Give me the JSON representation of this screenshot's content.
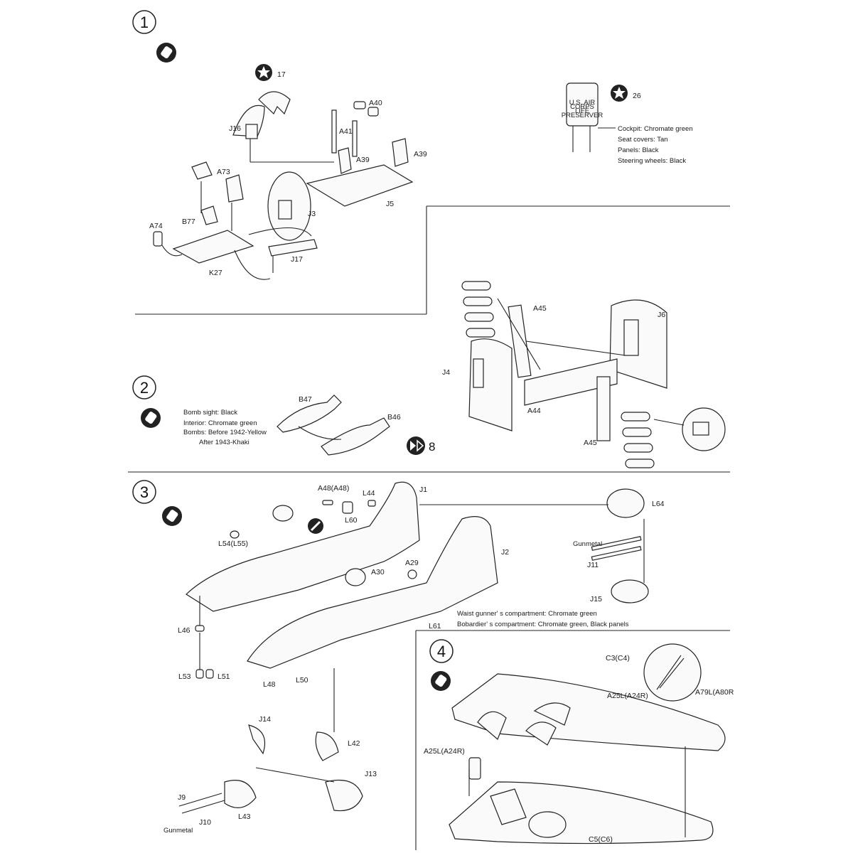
{
  "steps": [
    {
      "number": "1"
    },
    {
      "number": "2"
    },
    {
      "number": "3"
    },
    {
      "number": "4"
    }
  ],
  "decals": {
    "d17": "17",
    "d26": "26",
    "d8": "8"
  },
  "placard_text": [
    "U.S. AIR",
    "CORPS",
    "LIFE",
    "PRESERVER"
  ],
  "step1": {
    "labels": {
      "J16": "J16",
      "A40": "A40",
      "A41": "A41",
      "A39a": "A39",
      "A39b": "A39",
      "A73": "A73",
      "B77": "B77",
      "A74": "A74",
      "J3": "J3",
      "J5": "J5",
      "J17": "J17",
      "K27": "K27"
    },
    "paint_notes": [
      "Cockpit: Chromate green",
      "Seat covers: Tan",
      "Panels: Black",
      "Steering wheels: Black"
    ]
  },
  "step2": {
    "labels": {
      "B47": "B47",
      "B46": "B46",
      "A45a": "A45",
      "A45b": "A45",
      "J6": "J6",
      "J4": "J4",
      "A44": "A44"
    },
    "paint_notes": [
      "Bomb sight: Black",
      "Interior: Chromate green",
      "Bombs: Before 1942-Yellow",
      "After 1943-Khaki"
    ]
  },
  "step3": {
    "labels": {
      "A48": "A48(A48)",
      "L44": "L44",
      "J1": "J1",
      "L64": "L64",
      "L60": "L60",
      "L54": "L54(L55)",
      "J2": "J2",
      "A29": "A29",
      "A30": "A30",
      "J11": "J11",
      "J15": "J15",
      "L46": "L46",
      "L61": "L61",
      "L53": "L53",
      "L51": "L51",
      "L48": "L48",
      "L50": "L50",
      "J14": "J14",
      "L42": "L42",
      "J13": "J13",
      "J9": "J9",
      "J10": "J10",
      "L43": "L43"
    },
    "gunmetal_a": "Gunmetal",
    "gunmetal_b": "Gunmetal",
    "paint_notes": [
      "Waist gunner' s compartment: Chromate green",
      "Bobardier' s compartment: Chromate green, Black panels"
    ]
  },
  "step4": {
    "labels": {
      "C3": "C3(C4)",
      "A25a": "A25L(A24R)",
      "A79": "A79L(A80R",
      "A25b": "A25L(A24R)",
      "C5": "C5(C6)"
    }
  }
}
